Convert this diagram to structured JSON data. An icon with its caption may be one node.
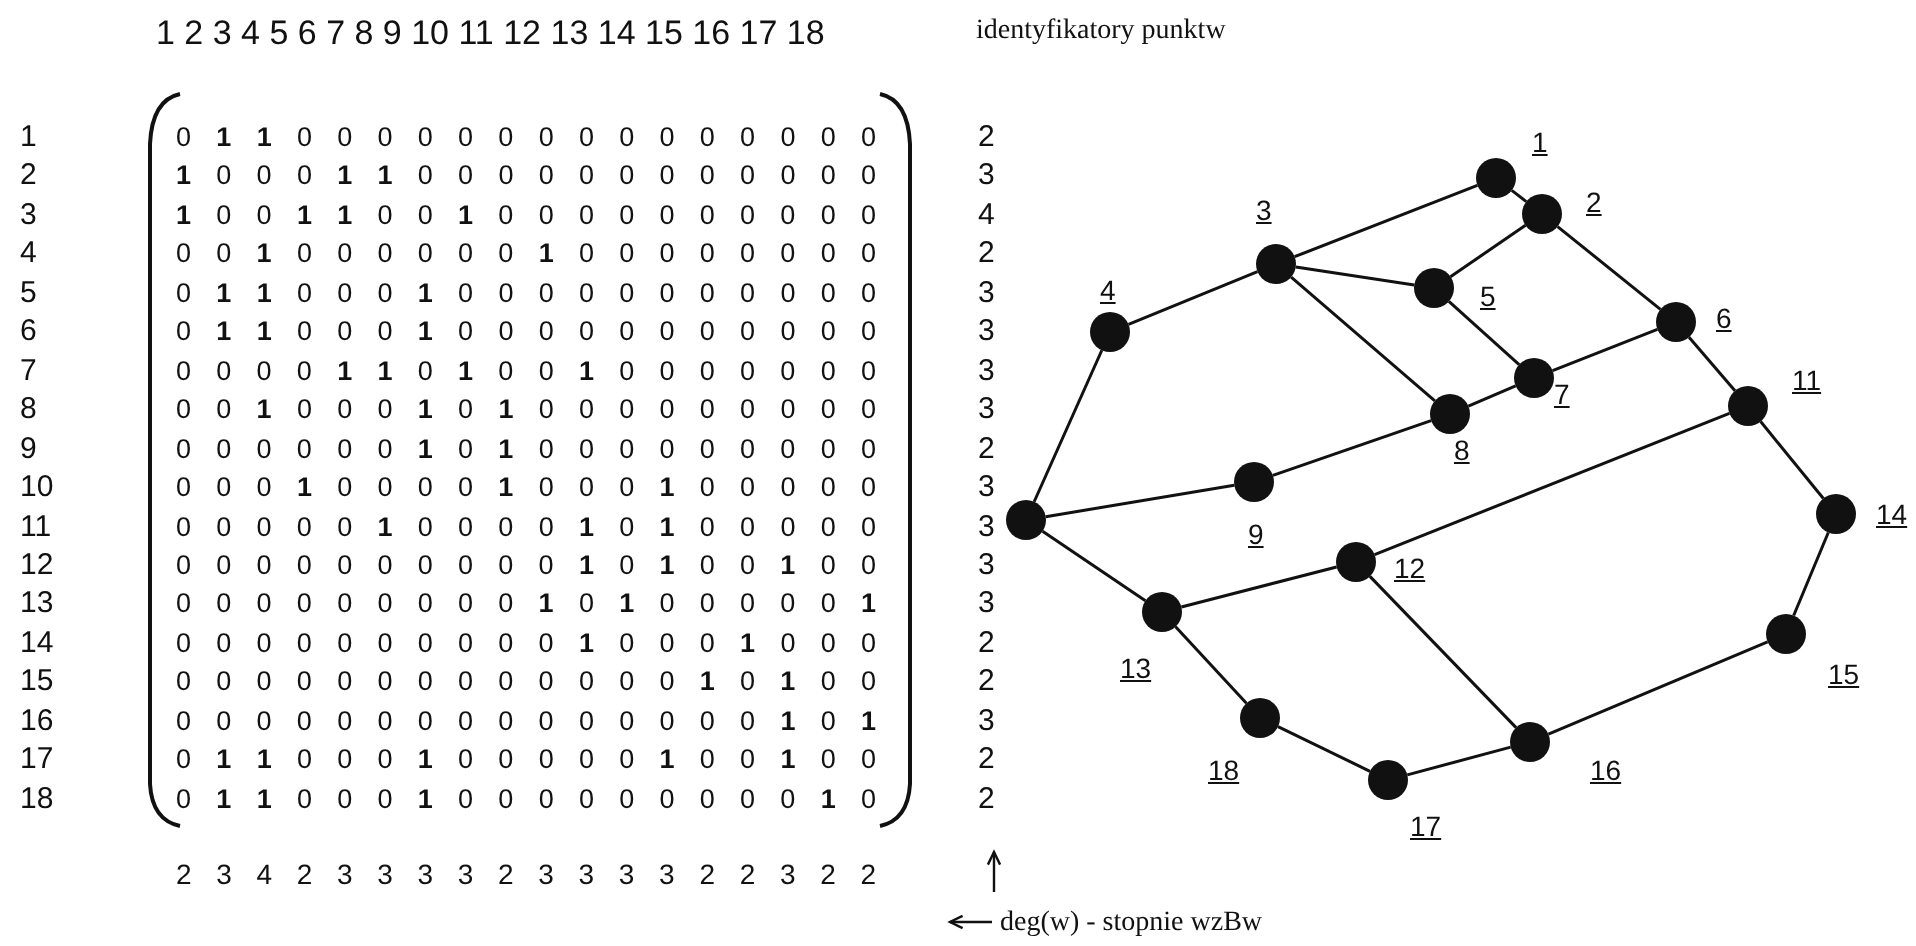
{
  "diagram": {
    "nodes": [
      {
        "text": [],
        "shape": "circle",
        "beside": [
          "1"
        ]
      },
      {
        "text": [],
        "shape": "circle",
        "beside": [
          "2"
        ]
      },
      {
        "text": [],
        "shape": "circle",
        "beside": [
          "3"
        ]
      },
      {
        "text": [],
        "shape": "circle",
        "beside": [
          "4"
        ]
      },
      {
        "text": [],
        "shape": "circle",
        "beside": [
          "5"
        ]
      },
      {
        "text": [],
        "shape": "circle",
        "beside": [
          "6"
        ]
      },
      {
        "text": [],
        "shape": "circle",
        "beside": [
          "7"
        ]
      },
      {
        "text": [],
        "shape": "circle",
        "beside": [
          "8"
        ]
      },
      {
        "text": [],
        "shape": "circle",
        "beside": [
          "9"
        ]
      },
      {
        "text": [],
        "shape": "circle"
      },
      {
        "text": [],
        "shape": "circle",
        "beside": [
          "11"
        ]
      },
      {
        "text": [],
        "shape": "circle",
        "beside": [
          "12"
        ]
      },
      {
        "text": [],
        "shape": "circle",
        "beside": [
          "13"
        ]
      },
      {
        "text": [],
        "shape": "circle",
        "beside": [
          "14"
        ]
      },
      {
        "text": [],
        "shape": "circle",
        "beside": [
          "15"
        ]
      },
      {
        "text": [],
        "shape": "circle",
        "beside": [
          "16"
        ]
      },
      {
        "text": [],
        "shape": "circle",
        "beside": [
          "17"
        ]
      },
      {
        "text": [],
        "shape": "circle",
        "beside": [
          "18"
        ]
      }
    ],
    "edges": [
      {
        "from": 0,
        "to": 2,
        "arrow": "none"
      },
      {
        "from": 0,
        "to": 1,
        "arrow": "none"
      },
      {
        "from": 1,
        "to": 4,
        "arrow": "none"
      },
      {
        "from": 1,
        "to": 5,
        "arrow": "none"
      },
      {
        "from": 2,
        "to": 3,
        "arrow": "none"
      },
      {
        "from": 2,
        "to": 4,
        "arrow": "none"
      },
      {
        "from": 2,
        "to": 7,
        "arrow": "none"
      },
      {
        "from": 4,
        "to": 6,
        "arrow": "none"
      },
      {
        "from": 5,
        "to": 6,
        "arrow": "none"
      },
      {
        "from": 6,
        "to": 7,
        "arrow": "none"
      },
      {
        "from": 7,
        "to": 8,
        "arrow": "none"
      },
      {
        "from": 8,
        "to": 9,
        "arrow": "none"
      },
      {
        "from": 3,
        "to": 9,
        "arrow": "none"
      },
      {
        "from": 9,
        "to": 12,
        "arrow": "none"
      },
      {
        "from": 12,
        "to": 11,
        "arrow": "none"
      },
      {
        "from": 11,
        "to": 10,
        "arrow": "none"
      },
      {
        "from": 10,
        "to": 5,
        "arrow": "none"
      },
      {
        "from": 10,
        "to": 13,
        "arrow": "none"
      },
      {
        "from": 13,
        "to": 14,
        "arrow": "none"
      },
      {
        "from": 14,
        "to": 15,
        "arrow": "none"
      },
      {
        "from": 15,
        "to": 11,
        "arrow": "none"
      },
      {
        "from": 15,
        "to": 16,
        "arrow": "none"
      },
      {
        "from": 16,
        "to": 17,
        "arrow": "none"
      },
      {
        "from": 17,
        "to": 12,
        "arrow": "none"
      }
    ],
    "labels": [
      "1 2 3 4 5 6 7 8 9 10 11 12 13 14 15 16 17 18",
      "identyfikatory punktw",
      "1",
      "0 **1** **1** 0 0 0 0 0 0 0 0 0 0 0 0 0 0 0",
      "2",
      "2",
      "**1** 0 0 0 **1** **1** 0 0 0 0 0 0 0 0 0 0 0 0",
      "3",
      "3",
      "**1** 0 0 **1** **1** 0 0 **1** 0 0 0 0 0 0 0 0 0 0",
      "4",
      "4",
      "0 0 **1** 0 0 0 0 0 0 **1** 0 0 0 0 0 0 0 0",
      "2",
      "5",
      "0 **1** **1** 0 0 0 **1** 0 0 0 0 0 0 0 0 0 0 0",
      "3",
      "6",
      "0 **1** **1** 0 0 0 **1** 0 0 0 0 0 0 0 0 0 0 0",
      "3",
      "7",
      "0 0 0 0 **1** **1** 0 **1** 0 0 **1** 0 0 0 0 0 0 0",
      "3",
      "8",
      "0 0 **1** 0 0 0 **1** 0 **1** 0 0 0 0 0 0 0 0 0",
      "3",
      "9",
      "0 0 0 0 0 0 **1** 0 **1** 0 0 0 0 0 0 0 0 0",
      "2",
      "10",
      "0 0 0 **1** 0 0 0 0 **1** 0 0 0 **1** 0 0 0 0 0",
      "3",
      "11",
      "0 0 0 0 0 **1** 0 0 0 0 **1** 0 **1** 0 0 0 0 0",
      "3",
      "12",
      "0 0 0 0 0 0 0 0 0 0 **1** 0 **1** 0 0 **1** 0 0",
      "3",
      "13",
      "0 0 0 0 0 0 0 0 0 **1** 0 **1** 0 0 0 0 0 **1**",
      "3",
      "14",
      "0 0 0 0 0 0 0 0 0 0 **1** 0 0 0 **1** 0 0 0",
      "2",
      "15",
      "0 0 0 0 0 0 0 0 0 0 0 0 0 **1** 0 **1** 0 0",
      "2",
      "16",
      "0 0 0 0 0 0 0 0 0 0 0 0 0 0 0 **1** 0 **1**",
      "3",
      "17",
      "0 **1** **1** 0 0 0 **1** 0 0 0 0 0 **1** 0 0 **1** 0 0",
      "2",
      "18",
      "0 **1** **1** 0 0 0 **1** 0 0 0 0 0 0 0 0 0 **1** 0",
      "2",
      "2 3 4 2 3 3 3 3 2 3 3 3 3 2 2 3 2 2",
      "deg(w) - stopnie wzBw"
    ]
  }
}
